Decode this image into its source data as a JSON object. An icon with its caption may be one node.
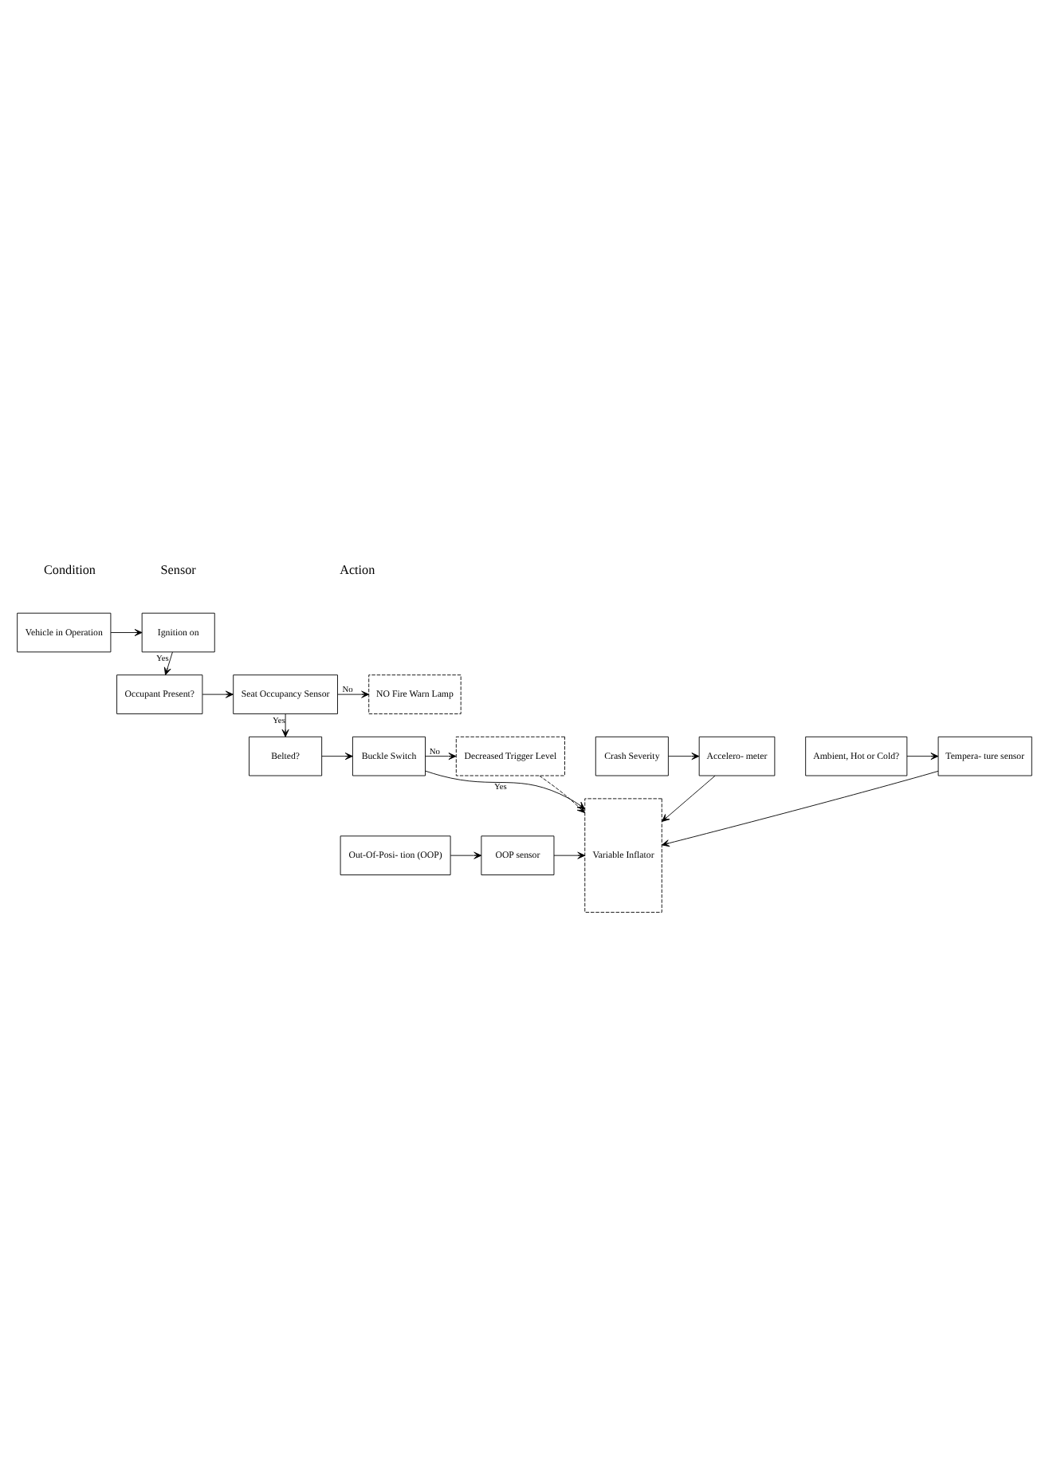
{
  "diagram": {
    "nodes": [
      {
        "text": [
          "Vehicle in Operation"
        ]
      },
      {
        "text": [
          "Ignition on"
        ]
      },
      {
        "text": [
          "Occupant Present?"
        ]
      },
      {
        "text": [
          "Seat Occupancy Sensor"
        ]
      },
      {
        "text": [
          "NO Fire Warn Lamp"
        ]
      },
      {
        "text": [
          "Belted?"
        ]
      },
      {
        "text": [
          "Buckle Switch"
        ]
      },
      {
        "text": [
          "Decreased Trigger Level"
        ]
      },
      {
        "text": [
          "Crash Severity"
        ]
      },
      {
        "text": [
          "Accelero- meter"
        ]
      },
      {
        "text": [
          "Out-Of-Posi- tion (OOP)"
        ]
      },
      {
        "text": [
          "OOP sensor"
        ]
      },
      {
        "text": [
          "Ambient, Hot or Cold?"
        ]
      },
      {
        "text": [
          "Tempera- ture sensor"
        ]
      },
      {
        "text": [
          "Variable Inflator"
        ]
      }
    ],
    "edges": [
      {
        "from": 0,
        "to": 1,
        "arrow": "to"
      },
      {
        "from": 1,
        "to": 2,
        "arrow": "to",
        "label": "Yes"
      },
      {
        "from": 2,
        "to": 3,
        "arrow": "to"
      },
      {
        "from": 3,
        "to": 4,
        "arrow": "to",
        "label": "No"
      },
      {
        "from": 3,
        "to": 5,
        "arrow": "to",
        "label": "Yes"
      },
      {
        "from": 5,
        "to": 6,
        "arrow": "to"
      },
      {
        "from": 6,
        "to": 7,
        "arrow": "to",
        "label": "No"
      },
      {
        "from": 6,
        "to": 14,
        "arrow": "to",
        "label": "Yes"
      },
      {
        "from": 7,
        "to": 14,
        "arrow": "to",
        "style": "dashed"
      },
      {
        "from": 8,
        "to": 9,
        "arrow": "to"
      },
      {
        "from": 9,
        "to": 14,
        "arrow": "to"
      },
      {
        "from": 10,
        "to": 11,
        "arrow": "to"
      },
      {
        "from": 11,
        "to": 14,
        "arrow": "to"
      },
      {
        "from": 12,
        "to": 13,
        "arrow": "to"
      },
      {
        "from": 13,
        "to": 14,
        "arrow": "to"
      }
    ],
    "labels": [
      "Condition",
      "Sensor",
      "Action"
    ]
  }
}
